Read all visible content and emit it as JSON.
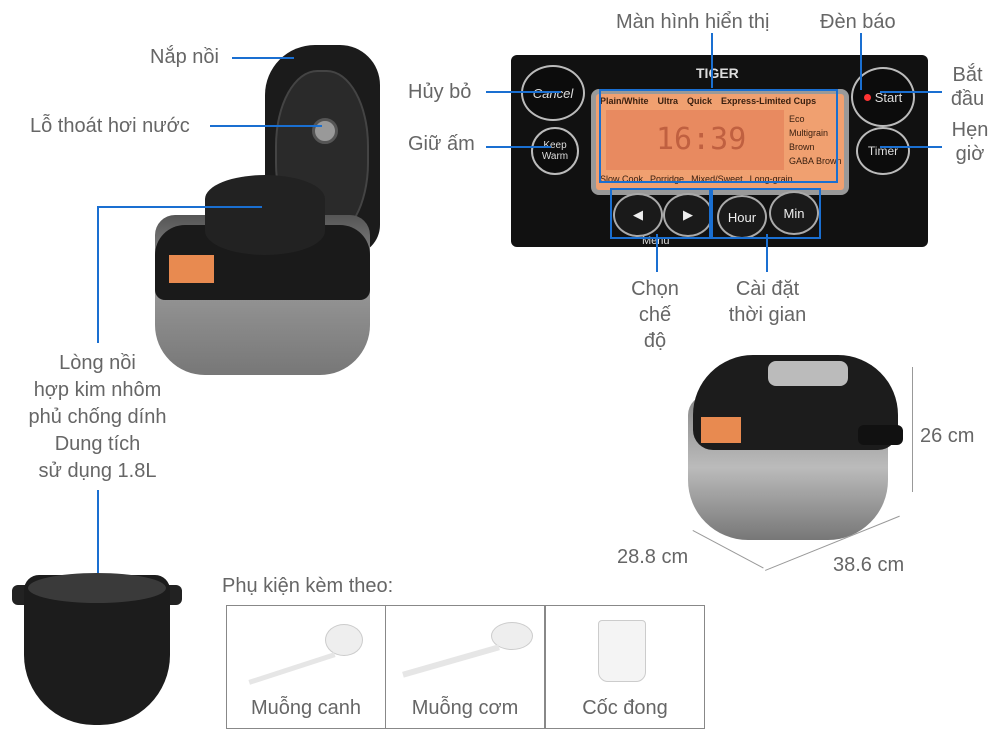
{
  "labels": {
    "lid": "Nắp nồi",
    "steam_vent": "Lỗ thoát hơi nước",
    "inner_pot": [
      "Lòng nồi",
      "hợp kim nhôm",
      "phủ chống dính",
      "Dung tích",
      "sử dụng 1.8L"
    ],
    "display": "Màn hình hiển thị",
    "indicator": "Đèn báo",
    "cancel": "Hủy bỏ",
    "keep_warm": "Giữ ấm",
    "start": [
      "Bắt",
      "đầu"
    ],
    "timer": [
      "Hẹn",
      "giờ"
    ],
    "menu_select": [
      "Chọn",
      "chế",
      "độ"
    ],
    "time_set": [
      "Cài đặt",
      "thời gian"
    ]
  },
  "panel": {
    "brand": "TIGER",
    "cancel": "Cancel",
    "keep_warm": [
      "Keep",
      "Warm"
    ],
    "start": "Start",
    "timer": "Timer",
    "top_modes": [
      "Plain/White",
      "Ultra",
      "Quick",
      "Express-Limited Cups"
    ],
    "side_modes": [
      "Eco",
      "Multigrain",
      "Brown",
      "GABA Brown"
    ],
    "bottom_modes": [
      "Slow Cook",
      "Porridge",
      "Mixed/Sweet",
      "Long-grain"
    ],
    "time": "16:39",
    "left": "◀",
    "right": "▶",
    "menu": "Menu",
    "hour": "Hour",
    "min": "Min"
  },
  "dimensions": {
    "height": "26 cm",
    "depth": "28.8 cm",
    "width": "38.6 cm"
  },
  "accessories": {
    "title": "Phụ kiện kèm theo:",
    "items": [
      "Muỗng canh",
      "Muỗng cơm",
      "Cốc đong"
    ]
  }
}
